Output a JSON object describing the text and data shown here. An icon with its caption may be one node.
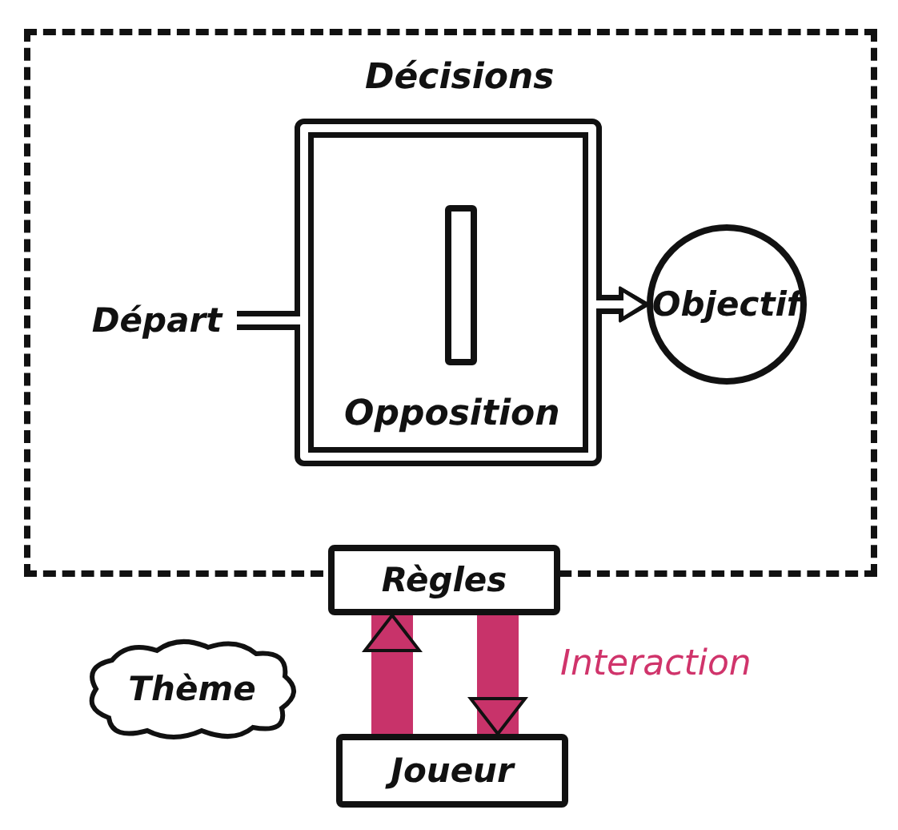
{
  "diagram": {
    "nodes": [
      {
        "text": [],
        "shape": "box"
      },
      {
        "text": [
          "Départ"
        ],
        "in": 0
      },
      {
        "text": [],
        "shape": "bar",
        "in": 0
      },
      {
        "text": [
          "Objectif"
        ],
        "in": 0
      },
      {
        "text": [
          "Règles"
        ]
      },
      {
        "text": [
          "Thème"
        ]
      },
      {
        "text": [
          "Joueur"
        ]
      }
    ],
    "edges": [
      {
        "from": 1,
        "to": 3,
        "arrow": "to",
        "label": "Décisions"
      },
      {
        "from": 1,
        "to": 3,
        "arrow": "to",
        "label": "Opposition"
      },
      {
        "from": 6,
        "to": 4,
        "arrow": "to",
        "style": "thick",
        "color": "#c8336a"
      },
      {
        "from": 4,
        "to": 6,
        "arrow": "to",
        "style": "thick",
        "color": "#c8336a"
      }
    ],
    "labels": [
      "Interaction"
    ]
  }
}
